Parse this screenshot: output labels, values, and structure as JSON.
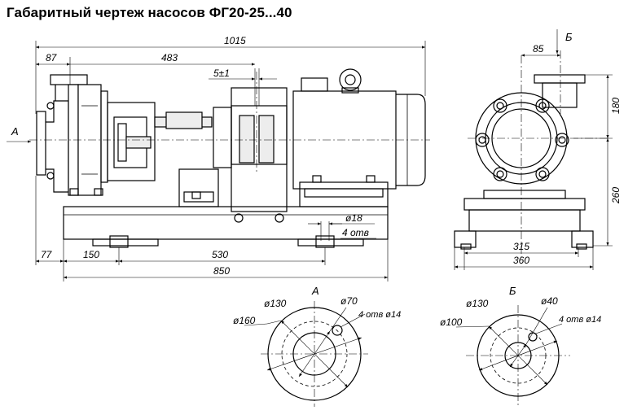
{
  "title": "Габаритный чертеж насосов ФГ20-25...40",
  "side_view": {
    "view_marker_a": "А",
    "view_marker_b": "Б",
    "dims": {
      "overall_length": "1015",
      "inlet_offset": "87",
      "to_coupling": "483",
      "coupling_gap": "5±1",
      "base_left_overhang": "77",
      "first_hole_offset": "150",
      "hole_spacing": "530",
      "base_length": "850",
      "bolt_hole_diameter": "ø18",
      "bolt_hole_count": "4 отв"
    }
  },
  "end_view": {
    "outlet_offset": "85",
    "outlet_height": "180",
    "axis_height": "260",
    "foot_spacing": "315",
    "base_width": "360"
  },
  "flange_a": {
    "label": "А",
    "bolt_circle": "ø130",
    "bore": "ø70",
    "outer": "ø160",
    "holes": "4 отв ø14"
  },
  "flange_b": {
    "label": "Б",
    "bolt_circle": "ø130",
    "bore": "ø40",
    "outer": "ø100",
    "holes": "4 отв ø14"
  },
  "icons": [
    "arrow-a-icon",
    "arrow-b-icon",
    "hex-nut-icon",
    "lifting-eye-icon"
  ]
}
